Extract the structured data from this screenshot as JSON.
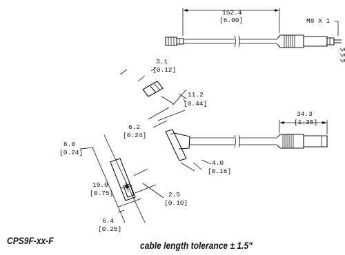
{
  "part_number": "CPS9F-xx-F",
  "tolerance_note": "cable length tolerance ± 1.5\"",
  "thread_label": "M8 X 1",
  "dimensions": {
    "cable_length": {
      "mm": "152.4",
      "in": "[6.00]"
    },
    "straight_connector_length": {
      "mm": "34.3",
      "in": "[1.35]"
    },
    "cap_length": {
      "mm": "3.1",
      "in": "[0.12]"
    },
    "housing_length": {
      "mm": "11.2",
      "in": "[0.44]"
    },
    "housing_width": {
      "mm": "6.2",
      "in": "[0.24]"
    },
    "cable_offset": {
      "mm": "4.0",
      "in": "[0.16]"
    },
    "body_width": {
      "mm": "6.0",
      "in": "[0.24]"
    },
    "body_height": {
      "mm": "19.0",
      "in": "[0.75]"
    },
    "pin_width": {
      "mm": "2.5",
      "in": "[0.10]"
    },
    "body_depth": {
      "mm": "6.4",
      "in": "[0.25]"
    }
  }
}
